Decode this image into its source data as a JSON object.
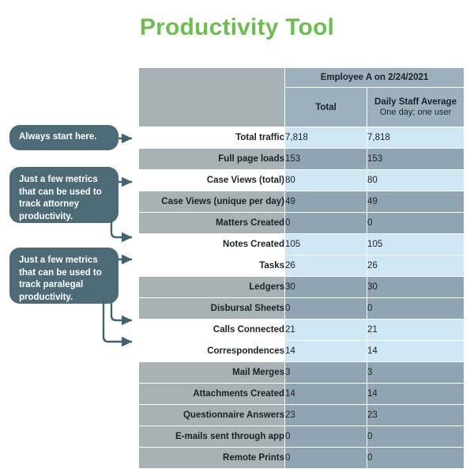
{
  "page": {
    "title": "Productivity Tool",
    "title_color": "#6cbe4f",
    "background": "#ffffff"
  },
  "colors": {
    "title_green": "#6cbe4f",
    "callout_slate": "#4d6b76",
    "header_gray": "#a8b1b6",
    "header_blue_gray": "#9cb0bd",
    "row_light_label": "#ffffff",
    "row_light_value": "#cfe6f5",
    "row_dark_label": "#a8b1b6",
    "row_dark_value": "#8fa5b3",
    "connector_slate": "#3f6370"
  },
  "table": {
    "group_header": "Employee A on 2/24/2021",
    "columns": [
      {
        "key": "metric",
        "label": ""
      },
      {
        "key": "total",
        "label": "Total",
        "note": ""
      },
      {
        "key": "daily_staff_average",
        "label": "Daily Staff Average",
        "note": "One day; one user"
      }
    ],
    "rows": [
      {
        "metric": "Total traffic",
        "total": "7,818",
        "daily_staff_average": "7,818",
        "tone": "light"
      },
      {
        "metric": "Full page loads",
        "total": "153",
        "daily_staff_average": "153",
        "tone": "dark"
      },
      {
        "metric": "Case Views (total)",
        "total": "80",
        "daily_staff_average": "80",
        "tone": "light"
      },
      {
        "metric": "Case Views (unique per day)",
        "total": "49",
        "daily_staff_average": "49",
        "tone": "dark"
      },
      {
        "metric": "Matters Created",
        "total": "0",
        "daily_staff_average": "0",
        "tone": "dark"
      },
      {
        "metric": "Notes Created",
        "total": "105",
        "daily_staff_average": "105",
        "tone": "light"
      },
      {
        "metric": "Tasks",
        "total": "26",
        "daily_staff_average": "26",
        "tone": "light"
      },
      {
        "metric": "Ledgers",
        "total": "30",
        "daily_staff_average": "30",
        "tone": "dark"
      },
      {
        "metric": "Disbursal Sheets",
        "total": "0",
        "daily_staff_average": "0",
        "tone": "dark"
      },
      {
        "metric": "Calls Connected",
        "total": "21",
        "daily_staff_average": "21",
        "tone": "light"
      },
      {
        "metric": "Correspondences",
        "total": "14",
        "daily_staff_average": "14",
        "tone": "light"
      },
      {
        "metric": "Mail Merges",
        "total": "3",
        "daily_staff_average": "3",
        "tone": "dark"
      },
      {
        "metric": "Attachments Created",
        "total": "14",
        "daily_staff_average": "14",
        "tone": "dark"
      },
      {
        "metric": "Questionnaire Answers",
        "total": "23",
        "daily_staff_average": "23",
        "tone": "dark"
      },
      {
        "metric": "E-mails sent through app",
        "total": "0",
        "daily_staff_average": "0",
        "tone": "dark"
      },
      {
        "metric": "Remote Prints",
        "total": "0",
        "daily_staff_average": "0",
        "tone": "dark"
      }
    ]
  },
  "callouts": [
    {
      "id": "start",
      "text": "Always start here.",
      "points_to": [
        "Total traffic"
      ]
    },
    {
      "id": "attorney",
      "text": "Just a few metrics that can be used to track attorney productivity.",
      "points_to": [
        "Case Views (total)",
        "Notes Created"
      ]
    },
    {
      "id": "paralegal",
      "text": "Just a few metrics that can be used to track paralegal productivity.",
      "points_to": [
        "Tasks",
        "Calls Connected",
        "Correspondences"
      ]
    }
  ]
}
